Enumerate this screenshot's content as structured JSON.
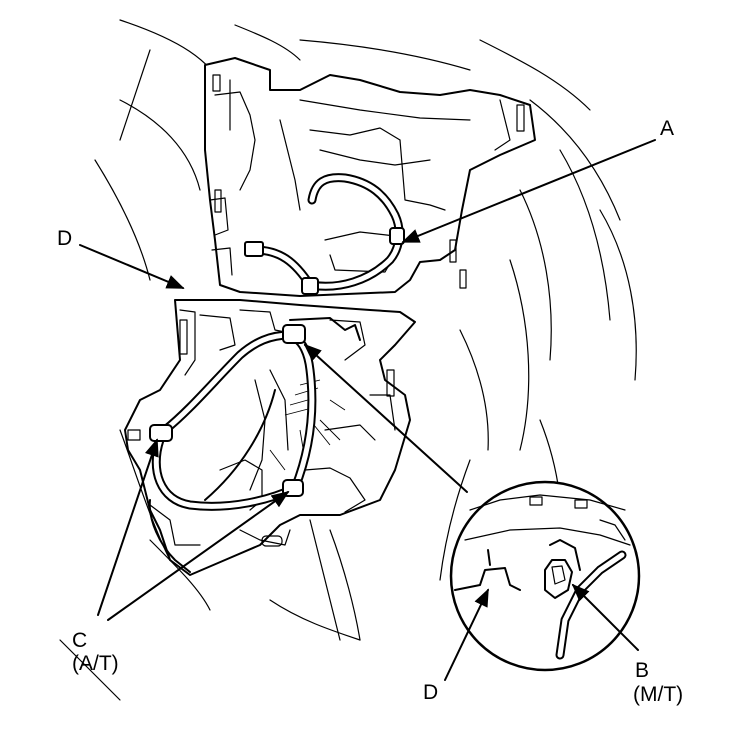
{
  "labels": {
    "a": "A",
    "b": "B",
    "b_sub": "(M/T)",
    "c": "C",
    "c_sub": "(A/T)",
    "d_top": "D",
    "d_detail": "D"
  }
}
